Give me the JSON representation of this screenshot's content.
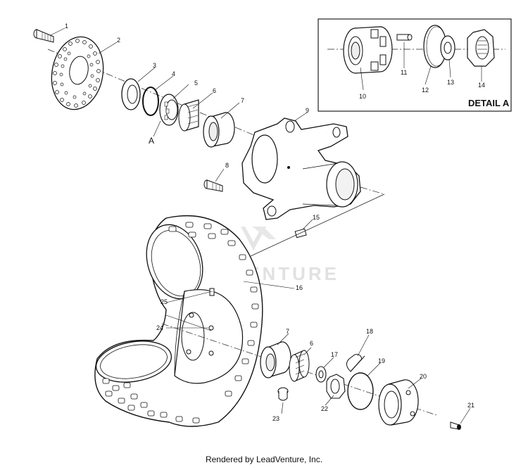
{
  "diagram": {
    "detail_title": "DETAIL A",
    "detail_callout": "A",
    "watermark": "LEADVENTURE",
    "part_numbers": [
      "1",
      "2",
      "3",
      "4",
      "5",
      "6",
      "7",
      "8",
      "9",
      "10",
      "11",
      "12",
      "13",
      "14",
      "15",
      "16",
      "17",
      "18",
      "19",
      "20",
      "21",
      "22",
      "23",
      "24",
      "25"
    ],
    "lower_repeat_labels": [
      "7",
      "6"
    ]
  },
  "footer": {
    "text": "Rendered by LeadVenture, Inc."
  }
}
